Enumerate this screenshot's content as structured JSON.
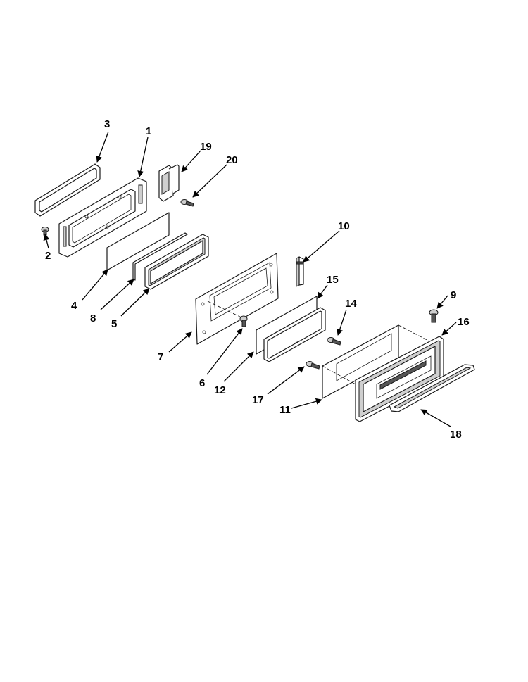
{
  "callouts": {
    "c1": "1",
    "c2": "2",
    "c3": "3",
    "c4": "4",
    "c5": "5",
    "c6": "6",
    "c7": "7",
    "c8": "8",
    "c9": "9",
    "c10": "10",
    "c11": "11",
    "c12": "12",
    "c14": "14",
    "c15": "15",
    "c16": "16",
    "c17": "17",
    "c18": "18",
    "c19": "19",
    "c20": "20"
  }
}
